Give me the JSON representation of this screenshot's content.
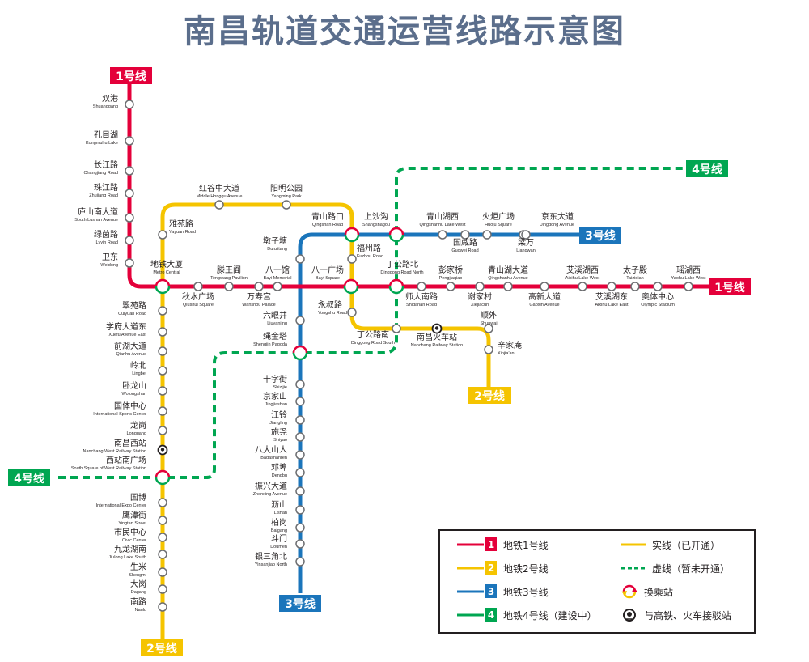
{
  "title": "南昌轨道交通运营线路示意图",
  "colors": {
    "line1": "#e4003a",
    "line2": "#f5c400",
    "line3": "#1b75bb",
    "line4": "#00a651"
  },
  "line_labels": {
    "l1_top": "1号线",
    "l1_right": "1号线",
    "l2_bottom": "2号线",
    "l2_right": "2号线",
    "l3_bottom": "3号线",
    "l3_right": "3号线",
    "l4_left": "4号线",
    "l4_top": "4号线"
  },
  "stations": [
    {
      "zh": "双港",
      "en": "Shuanggang"
    },
    {
      "zh": "孔目湖",
      "en": "Kongmuhu Lake"
    },
    {
      "zh": "长江路",
      "en": "Changjiang Road"
    },
    {
      "zh": "珠江路",
      "en": "Zhujiang Road"
    },
    {
      "zh": "庐山南大道",
      "en": "South Lushan Avenue"
    },
    {
      "zh": "绿茵路",
      "en": "Lvyin Road"
    },
    {
      "zh": "卫东",
      "en": "Weidong"
    },
    {
      "zh": "地铁大厦",
      "en": "Metro Central"
    },
    {
      "zh": "秋水广场",
      "en": "Qiushui Square"
    },
    {
      "zh": "滕王阁",
      "en": "Tengwang Pavilion"
    },
    {
      "zh": "万寿宫",
      "en": "Wanshou Palace"
    },
    {
      "zh": "八一馆",
      "en": "Bayi Memorial"
    },
    {
      "zh": "八一广场",
      "en": "Bayi Square"
    },
    {
      "zh": "丁公路北",
      "en": "Dinggong Road North"
    },
    {
      "zh": "师大南路",
      "en": "Shidanan Road"
    },
    {
      "zh": "彭家桥",
      "en": "Pengjiaqiao"
    },
    {
      "zh": "谢家村",
      "en": "Xiejiacun"
    },
    {
      "zh": "青山湖大道",
      "en": "Qingshanhu Avenue"
    },
    {
      "zh": "高新大道",
      "en": "Gaoxin Avenue"
    },
    {
      "zh": "艾溪湖西",
      "en": "Aixihu Lake West"
    },
    {
      "zh": "艾溪湖东",
      "en": "Aixihu Lake East"
    },
    {
      "zh": "太子殿",
      "en": "Taizidian"
    },
    {
      "zh": "奥体中心",
      "en": "Olympic Stadium"
    },
    {
      "zh": "瑶湖西",
      "en": "Yaohu Lake West"
    },
    {
      "zh": "雅苑路",
      "en": "Yayuan Road"
    },
    {
      "zh": "红谷中大道",
      "en": "Middle Honggu Avenue"
    },
    {
      "zh": "阳明公园",
      "en": "Yangming Park"
    },
    {
      "zh": "青山路口",
      "en": "Qingshan Road"
    },
    {
      "zh": "福州路",
      "en": "Fuzhou Road"
    },
    {
      "zh": "永叔路",
      "en": "Yongshu Road"
    },
    {
      "zh": "丁公路南",
      "en": "Dinggong Road South"
    },
    {
      "zh": "南昌火车站",
      "en": "Nanchang Railway Station"
    },
    {
      "zh": "顺外",
      "en": "Shunwai"
    },
    {
      "zh": "辛家庵",
      "en": "Xinjia'an"
    },
    {
      "zh": "翠苑路",
      "en": "Cuiyuan Road"
    },
    {
      "zh": "学府大道东",
      "en": "Xuefu Avenue East"
    },
    {
      "zh": "前湖大道",
      "en": "Qianhu Avenue"
    },
    {
      "zh": "岭北",
      "en": "Lingbei"
    },
    {
      "zh": "卧龙山",
      "en": "Wolongshan"
    },
    {
      "zh": "国体中心",
      "en": "International Sports Center"
    },
    {
      "zh": "龙岗",
      "en": "Longgang"
    },
    {
      "zh": "南昌西站",
      "en": "Nanchang West Railway Station"
    },
    {
      "zh": "西站南广场",
      "en": "South Square of West Railway Station"
    },
    {
      "zh": "国博",
      "en": "International Expo Center"
    },
    {
      "zh": "鹰潭街",
      "en": "Yingtan Street"
    },
    {
      "zh": "市民中心",
      "en": "Civic Center"
    },
    {
      "zh": "九龙湖南",
      "en": "Jiulong Lake South"
    },
    {
      "zh": "生米",
      "en": "Shengmi"
    },
    {
      "zh": "大岗",
      "en": "Dagang"
    },
    {
      "zh": "南路",
      "en": "Nanlu"
    },
    {
      "zh": "上沙沟",
      "en": "Shangshagou"
    },
    {
      "zh": "青山湖西",
      "en": "Qingshanhu Lake West"
    },
    {
      "zh": "火炬广场",
      "en": "Huoju Square"
    },
    {
      "zh": "京东大道",
      "en": "Jingdong Avenue"
    },
    {
      "zh": "国威路",
      "en": "Guowei Road"
    },
    {
      "zh": "梁万",
      "en": "Liangwan"
    },
    {
      "zh": "墩子塘",
      "en": "Dunzitang"
    },
    {
      "zh": "六眼井",
      "en": "Liuyanjing"
    },
    {
      "zh": "绳金塔",
      "en": "Shengjin Pagoda"
    },
    {
      "zh": "十字街",
      "en": "Shizijie"
    },
    {
      "zh": "京家山",
      "en": "Jingjiashan"
    },
    {
      "zh": "江铃",
      "en": "Jiangling"
    },
    {
      "zh": "施尧",
      "en": "Shiyao"
    },
    {
      "zh": "八大山人",
      "en": "Badashanren"
    },
    {
      "zh": "邓埠",
      "en": "Dengbu"
    },
    {
      "zh": "振兴大道",
      "en": "Zhenxing Avenue"
    },
    {
      "zh": "沥山",
      "en": "Lishan"
    },
    {
      "zh": "柏岗",
      "en": "Baigang"
    },
    {
      "zh": "斗门",
      "en": "Doumen"
    },
    {
      "zh": "银三角北",
      "en": "Yinsanjiao North"
    }
  ],
  "legend": {
    "line1_num": "1",
    "line1_label": "地铁1号线",
    "line2_num": "2",
    "line2_label": "地铁2号线",
    "line3_num": "3",
    "line3_label": "地铁3号线",
    "line4_num": "4",
    "line4_label": "地铁4号线（建设中）",
    "solid_label": "实线（已开通）",
    "dashed_label": "虚线（暂未开通）",
    "transfer_label": "换乘站",
    "rail_label": "与高铁、火车接驳站"
  },
  "icons": {
    "transfer": "transfer-icon",
    "rail": "railway-station-icon"
  }
}
